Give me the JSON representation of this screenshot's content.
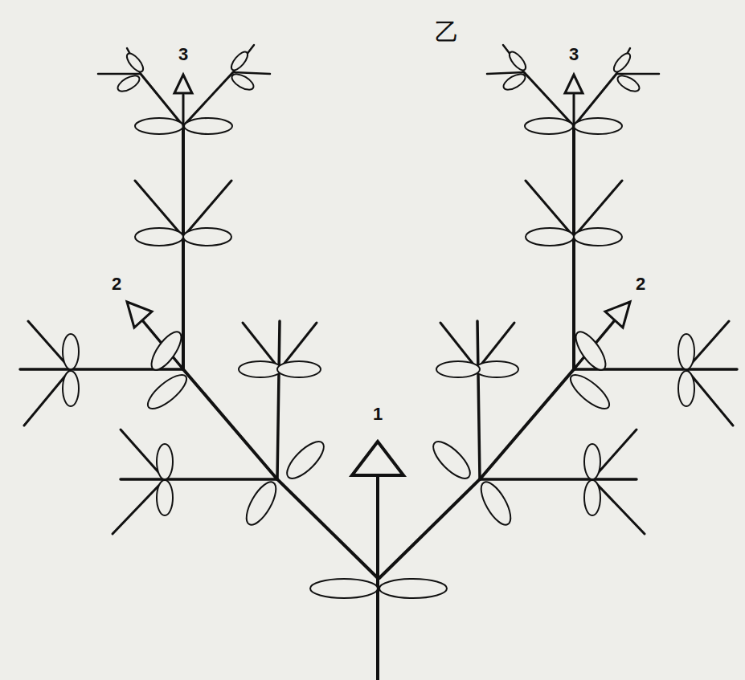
{
  "diagram": {
    "labels": [
      "乙",
      "3",
      "3",
      "2",
      "2",
      "1"
    ]
  }
}
